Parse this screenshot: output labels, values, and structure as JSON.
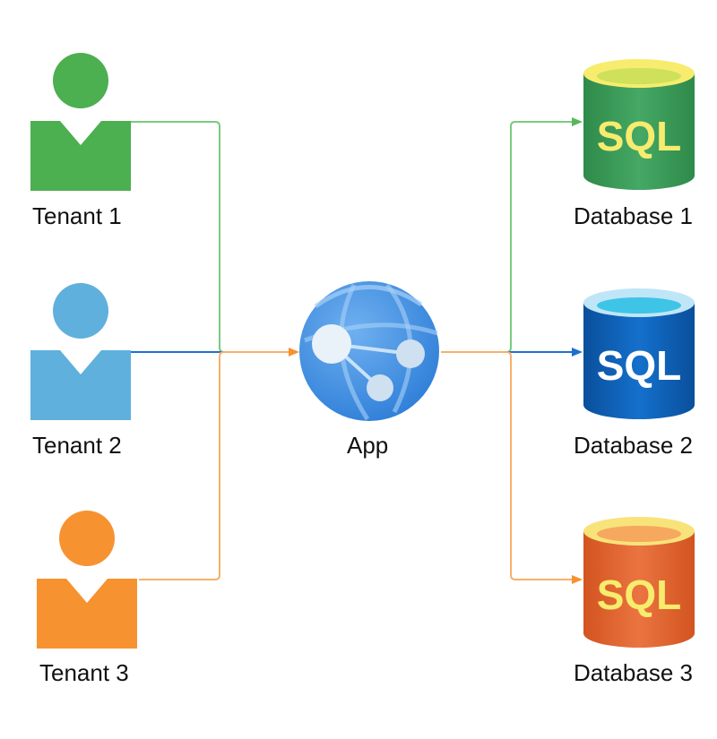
{
  "colors": {
    "green": "#4caf50",
    "blue": "#5fb0dd",
    "orange": "#f79230",
    "connector_blue": "#1f6fd0",
    "db_green": "#3a9e5a",
    "db_blue": "#0d5fb8",
    "db_orange": "#e2632a",
    "sql_text_yellow": "#f7ec6e",
    "sql_text_white": "#ffffff",
    "globe_blue": "#4a90e2"
  },
  "tenants": [
    {
      "label": "Tenant 1",
      "color": "green",
      "icon": "user-icon"
    },
    {
      "label": "Tenant 2",
      "color": "blue",
      "icon": "user-icon"
    },
    {
      "label": "Tenant 3",
      "color": "orange",
      "icon": "user-icon"
    }
  ],
  "app": {
    "label": "App",
    "icon": "globe-app-icon"
  },
  "databases": [
    {
      "label": "Database 1",
      "badge": "SQL",
      "color": "db_green",
      "icon": "sql-database-icon"
    },
    {
      "label": "Database 2",
      "badge": "SQL",
      "color": "db_blue",
      "icon": "sql-database-icon"
    },
    {
      "label": "Database 3",
      "badge": "SQL",
      "color": "db_orange",
      "icon": "sql-database-icon"
    }
  ]
}
